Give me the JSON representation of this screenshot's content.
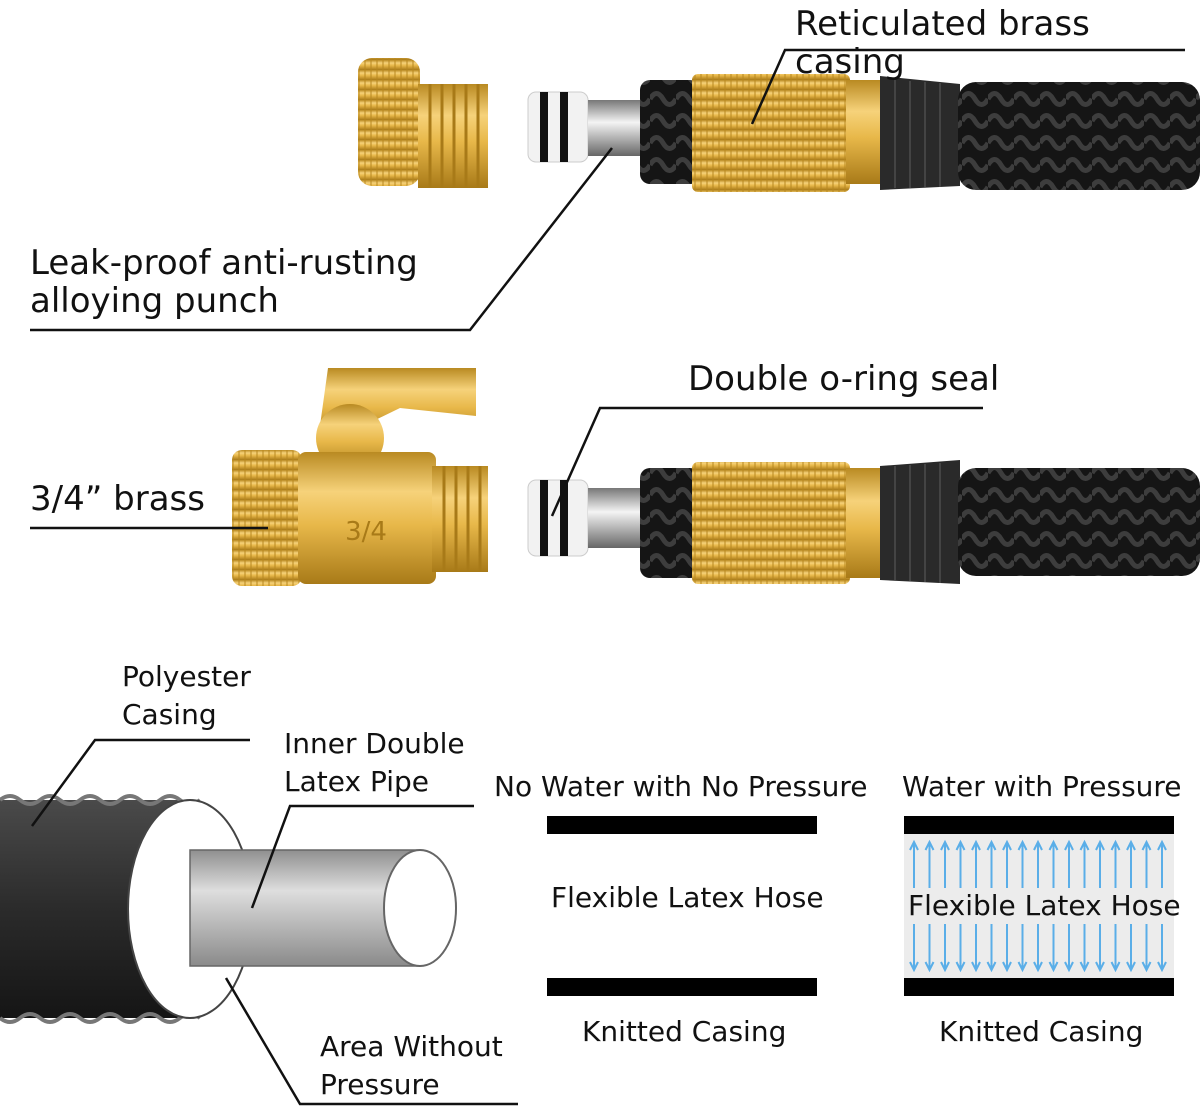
{
  "labels": {
    "brass_casing": "Reticulated brass casing",
    "alloy_punch": "Leak-proof anti-rusting\nalloying punch",
    "oring_seal": "Double o-ring seal",
    "brass_size": "3/4” brass",
    "polyester": "Polyester\nCasing",
    "inner_pipe": "Inner Double\nLatex Pipe",
    "area_without": "Area Without\nPressure"
  },
  "panels": {
    "no_pressure": {
      "title": "No Water with No Pressure",
      "center": "Flexible Latex Hose",
      "bottom": "Knitted Casing"
    },
    "with_pressure": {
      "title": "Water with Pressure",
      "center": "Flexible Latex Hose",
      "bottom": "Knitted Casing"
    }
  },
  "valve_marking": "3/4",
  "colors": {
    "brass": "#e8b84a",
    "hose": "#1c1c1c",
    "arrow": "#5aaee8",
    "pipe": "#b9b9b9"
  }
}
